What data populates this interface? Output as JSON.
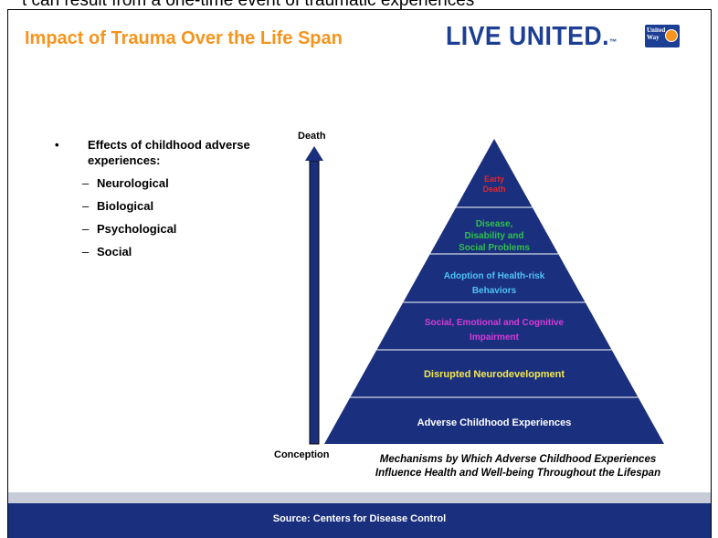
{
  "top_text": "t can result from a one-time event of traumatic experiences",
  "slide": {
    "title": "Impact of Trauma Over the Life Span",
    "brand_text": "LIVE UNITED.",
    "brand_mark": "™",
    "logo_text": "United Way"
  },
  "bullets": {
    "marker": "•",
    "main": "Effects of childhood adverse experiences:",
    "dash": "–",
    "items": [
      "Neurological",
      "Biological",
      "Psychological",
      "Social"
    ]
  },
  "arrow": {
    "top_label": "Death",
    "bottom_label": "Conception"
  },
  "pyramid": {
    "colors": {
      "fill": "#1a2f7d",
      "divider": "#ffffff"
    },
    "levels": [
      {
        "lines": [
          "Early",
          "Death"
        ],
        "color": "#e8262c"
      },
      {
        "lines": [
          "Disease,",
          "Disability and",
          "Social Problems"
        ],
        "color": "#2ec24a"
      },
      {
        "lines": [
          "Adoption of Health-risk",
          "Behaviors"
        ],
        "color": "#4fc3f7"
      },
      {
        "lines": [
          "Social, Emotional and Cognitive",
          "Impairment"
        ],
        "color": "#d63bd6"
      },
      {
        "lines": [
          "Disrupted Neurodevelopment"
        ],
        "color": "#f5ea4a"
      },
      {
        "lines": [
          "Adverse Childhood Experiences"
        ],
        "color": "#ffffff"
      }
    ]
  },
  "caption": {
    "line1": "Mechanisms by Which Adverse Childhood Experiences",
    "line2": "Influence Health and Well-being Throughout the Lifespan"
  },
  "footer": {
    "source": "Source:  Centers for Disease Control"
  }
}
